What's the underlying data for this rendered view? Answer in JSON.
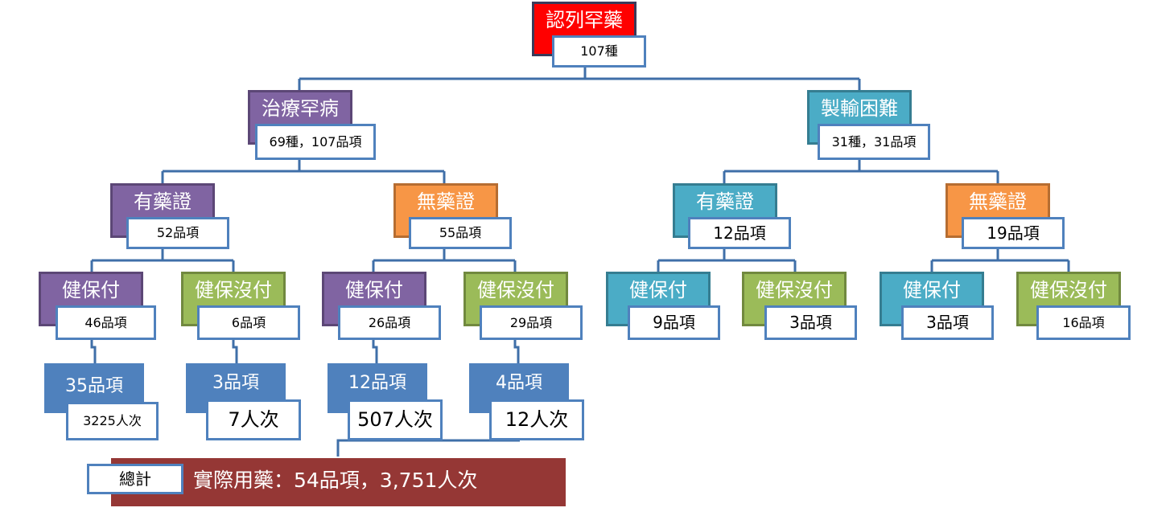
{
  "root": {
    "title": "認列罕藥",
    "count": "107種"
  },
  "branches": [
    {
      "title": "治療罕病",
      "count": "69種，107品項"
    },
    {
      "title": "製輸困難",
      "count": "31種，31品項"
    }
  ],
  "level2": [
    {
      "title": "有藥證",
      "count": "52品項"
    },
    {
      "title": "無藥證",
      "count": "55品項"
    },
    {
      "title": "有藥證",
      "count": "12品項"
    },
    {
      "title": "無藥證",
      "count": "19品項"
    }
  ],
  "level3": [
    {
      "title": "健保付",
      "count": "46品項"
    },
    {
      "title": "健保沒付",
      "count": "6品項"
    },
    {
      "title": "健保付",
      "count": "26品項"
    },
    {
      "title": "健保沒付",
      "count": "29品項"
    },
    {
      "title": "健保付",
      "count": "9品項"
    },
    {
      "title": "健保沒付",
      "count": "3品項"
    },
    {
      "title": "健保付",
      "count": "3品項"
    },
    {
      "title": "健保沒付",
      "count": "16品項"
    }
  ],
  "usage": [
    {
      "items": "35品項",
      "persons": "3225人次"
    },
    {
      "items": "3品項",
      "persons": "7人次"
    },
    {
      "items": "12品項",
      "persons": "507人次"
    },
    {
      "items": "4品項",
      "persons": "12人次"
    }
  ],
  "total": {
    "label": "總計",
    "text": "實際用藥：54品項，3,751人次"
  },
  "colors": {
    "purple": "#8064a2",
    "orange": "#f79646",
    "teal": "#4bacc6",
    "green": "#9bbb59",
    "red": "#ff0000",
    "blue": "#4f81bd",
    "darkred": "#953735"
  }
}
